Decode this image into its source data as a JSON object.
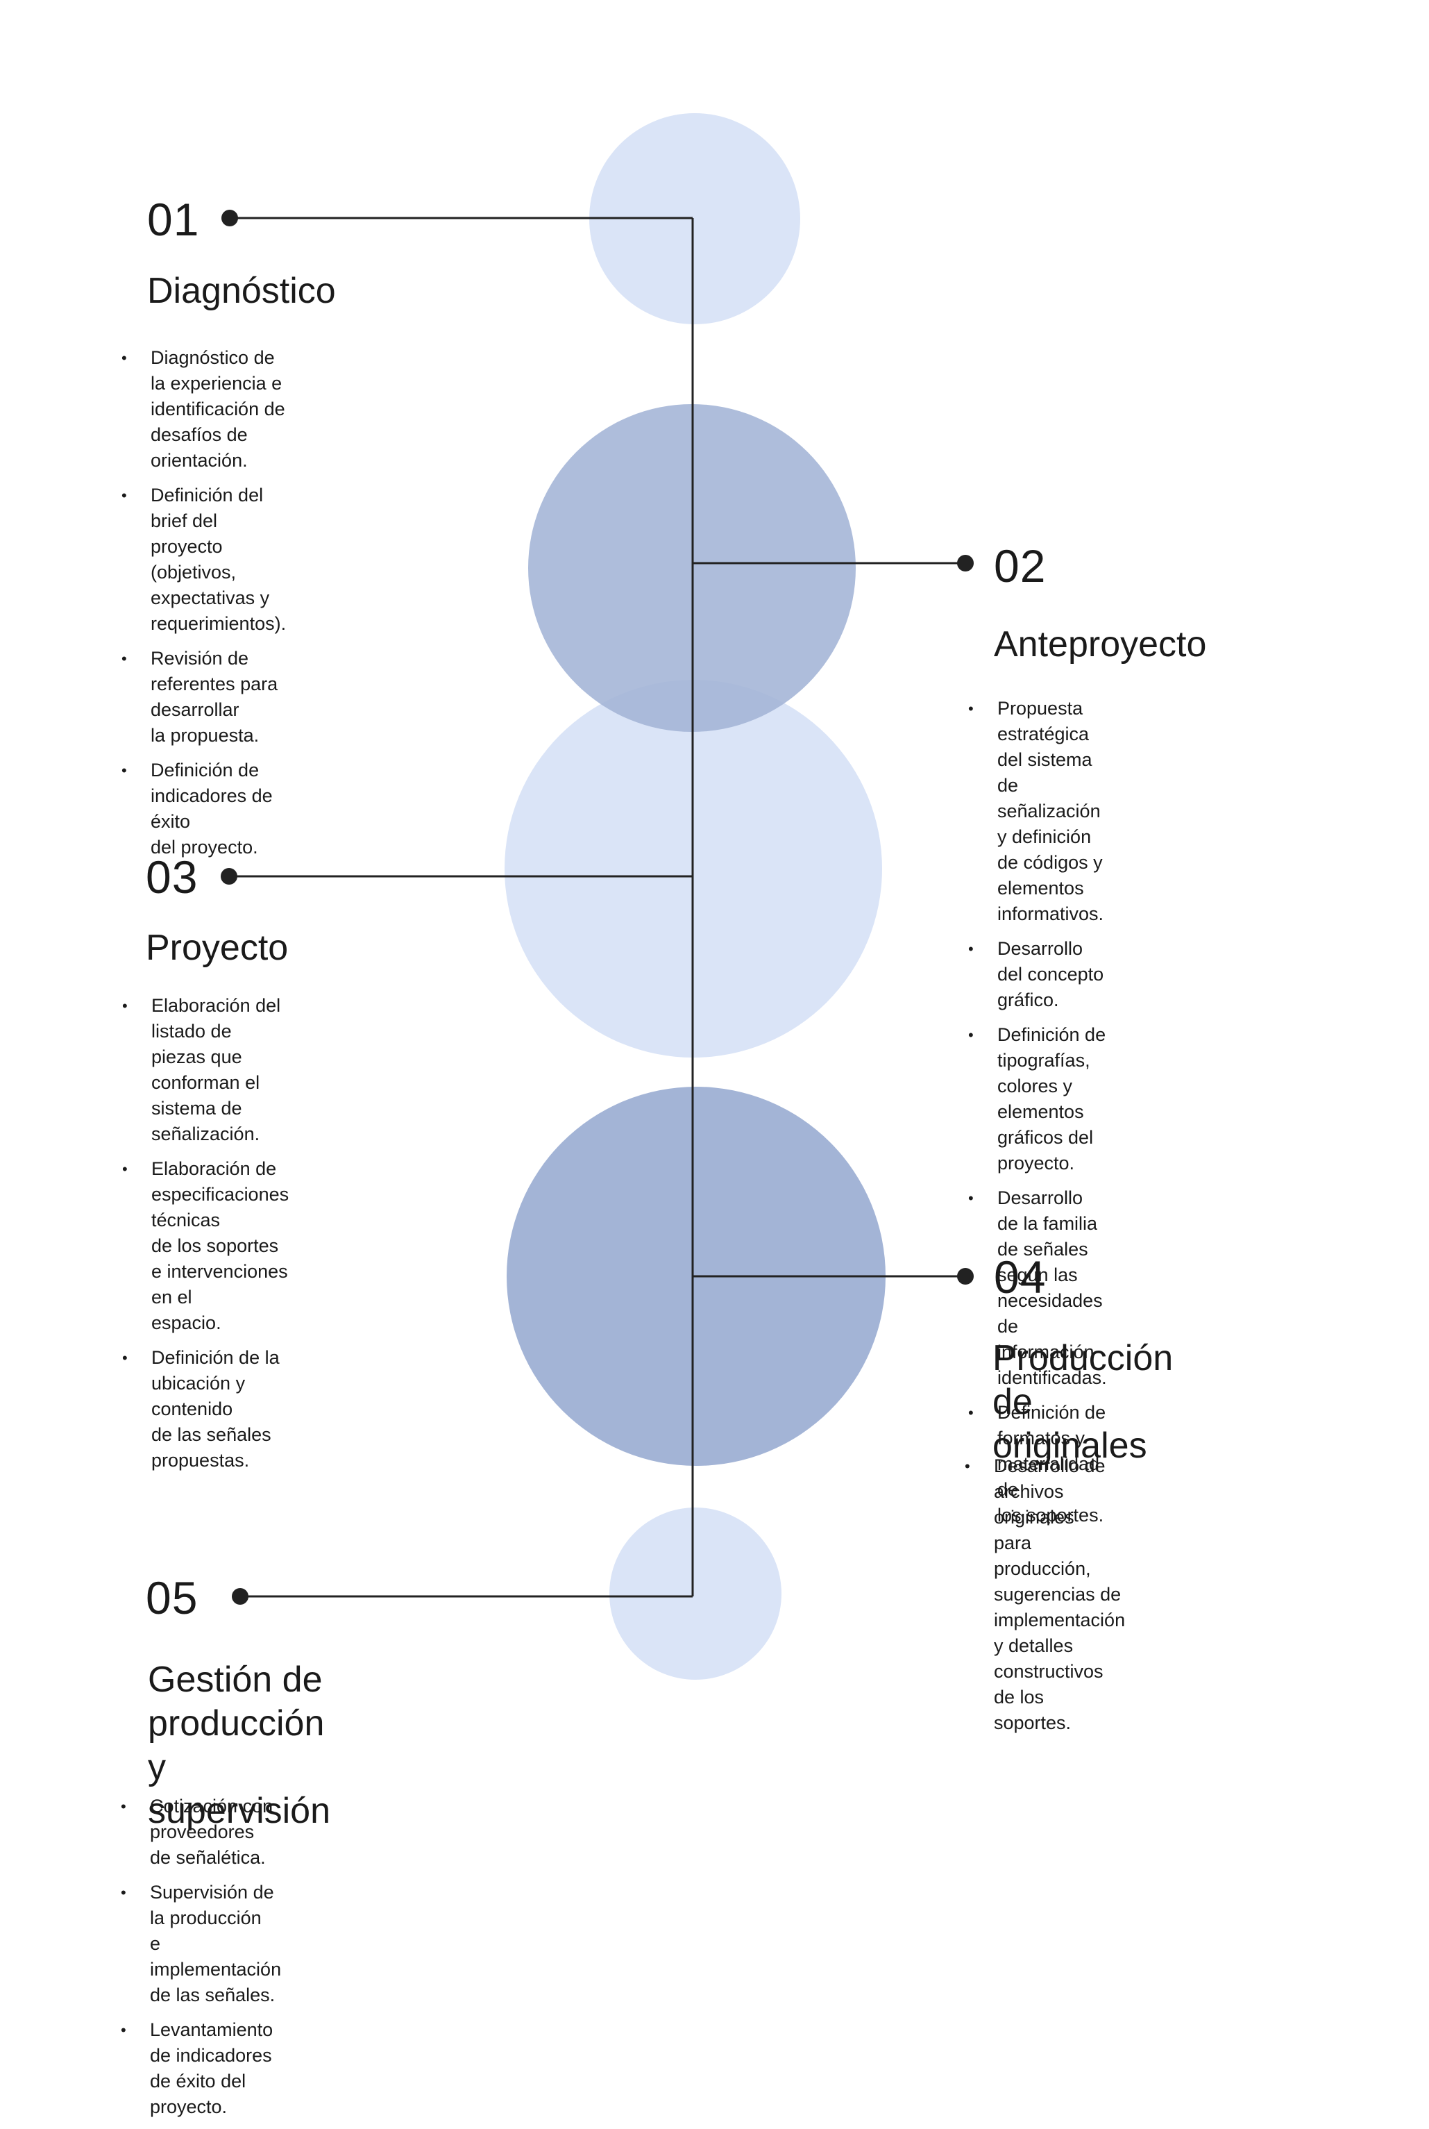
{
  "colors": {
    "circle_light": "#dae4f7",
    "circle_dark": "#a3b4d6",
    "line": "#222222",
    "text": "#1a1a1a"
  },
  "steps": [
    {
      "number": "01",
      "title": "Diagnóstico",
      "items": [
        "Diagnóstico de la experiencia e\nidentificación de desafíos de orientación.",
        "Definición del brief del proyecto\n(objetivos, expectativas y requerimientos).",
        "Revisión de referentes para desarrollar\nla propuesta.",
        "Definición de indicadores de éxito\ndel proyecto."
      ]
    },
    {
      "number": "02",
      "title": "Anteproyecto",
      "items": [
        "Propuesta estratégica del sistema de\nseñalización y definición de códigos y\nelementos informativos.",
        "Desarrollo del concepto gráfico.",
        "Definición de tipografías, colores y\nelementos gráficos del proyecto.",
        "Desarrollo de la familia de señales según las\nnecesidades de información identificadas.",
        "Definición de formatos y materialidad de\n los soportes."
      ]
    },
    {
      "number": "03",
      "title": "Proyecto",
      "items": [
        "Elaboración del listado de piezas que\nconforman el sistema de señalización.",
        "Elaboración de especificaciones técnicas\nde los soportes e intervenciones en el\nespacio.",
        "Definición de la ubicación y contenido\nde las señales propuestas."
      ]
    },
    {
      "number": "04",
      "title": "Producción de\noriginales",
      "items": [
        "Desarrollo de archivos originales\npara producción, sugerencias de\nimplementación y detalles\nconstructivos de los soportes."
      ]
    },
    {
      "number": "05",
      "title": "Gestión de producción\ny supervisión",
      "items": [
        "Cotización con proveedores\nde señalética.",
        "Supervisión de la producción\ne implementación de las señales.",
        "Levantamiento de indicadores\nde éxito del proyecto."
      ]
    }
  ]
}
